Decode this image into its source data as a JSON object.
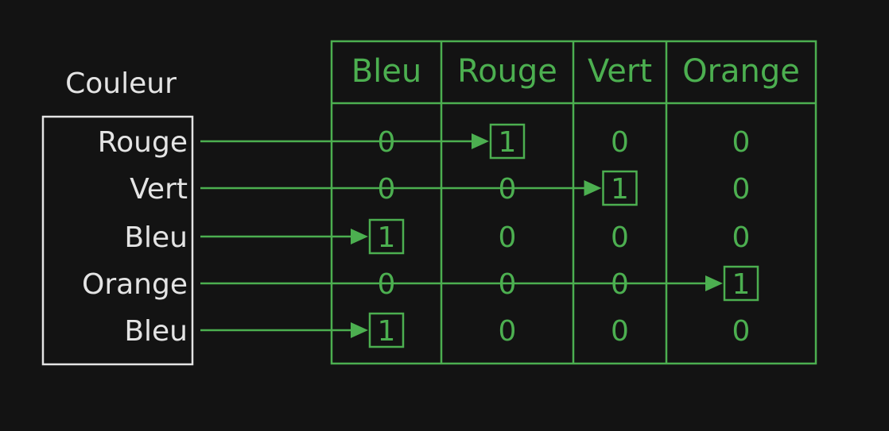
{
  "input_title": "Couleur",
  "input_values": [
    "Rouge",
    "Vert",
    "Bleu",
    "Orange",
    "Bleu"
  ],
  "columns": [
    "Bleu",
    "Rouge",
    "Vert",
    "Orange"
  ],
  "matrix": [
    [
      0,
      1,
      0,
      0
    ],
    [
      0,
      0,
      1,
      0
    ],
    [
      1,
      0,
      0,
      0
    ],
    [
      0,
      0,
      0,
      1
    ],
    [
      1,
      0,
      0,
      0
    ]
  ],
  "colors": {
    "background": "#131313",
    "text_white": "#e4e4e4",
    "accent_green": "#4caf50"
  }
}
